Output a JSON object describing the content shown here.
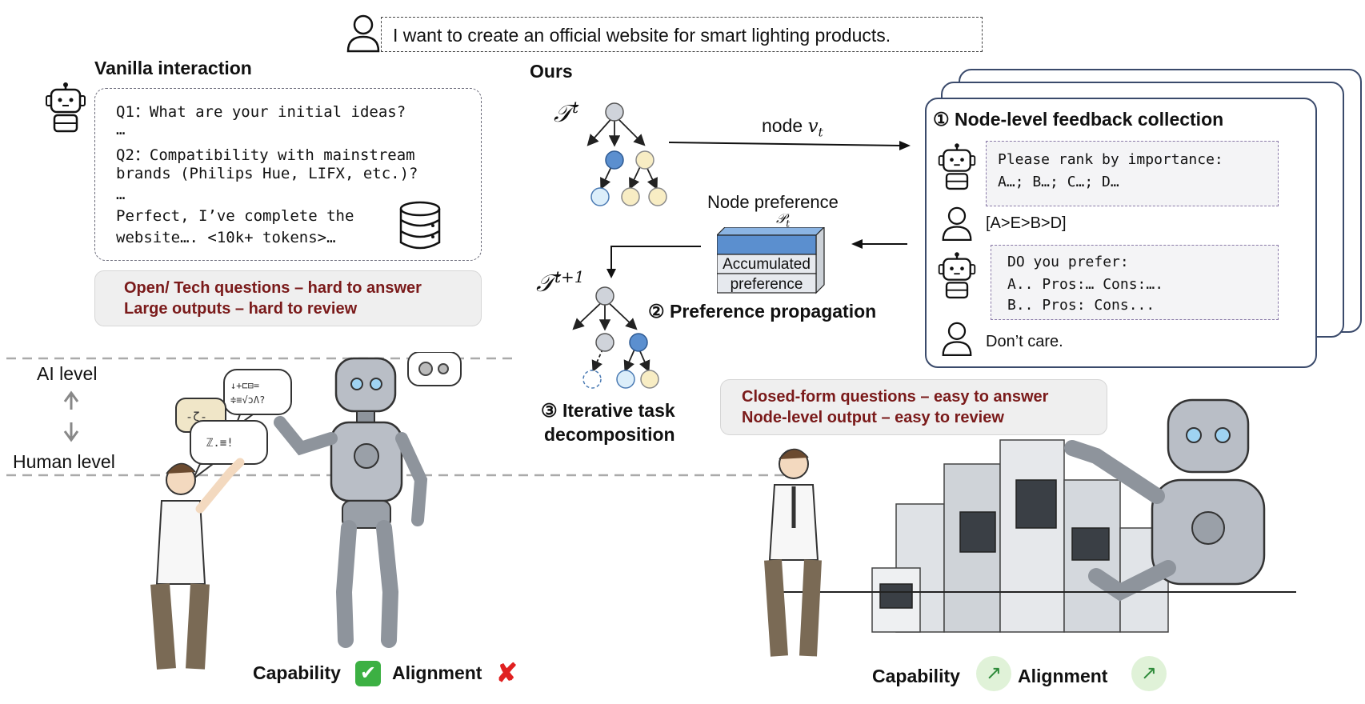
{
  "prompt": {
    "text": "I want to create an official website for smart lighting products."
  },
  "vanilla": {
    "title": "Vanilla interaction",
    "lines": [
      "Q1：What are your initial ideas?",
      "…",
      "Q2：Compatibility with mainstream",
      "brands (Philips Hue, LIFX, etc.)?",
      "…",
      "Perfect, I’ve complete the",
      "website…. <10k+ tokens>…"
    ],
    "warn_1": "Open/ Tech questions – hard to answer",
    "warn_2": "Large outputs – hard to review"
  },
  "ours": {
    "title": "Ours",
    "tree_t": "𝒯",
    "tree_t_sup": "t",
    "tree_t1": "𝒯",
    "tree_t1_sup": "t+1",
    "node_label": "node ",
    "node_var": "v",
    "node_sub": "t",
    "node_pref": "Node preference",
    "pref_symbol": "𝒫",
    "pref_sub": "t",
    "accum_1": "Accumulated",
    "accum_2": "preference",
    "step2": "② Preference propagation",
    "step3_1": "③ Iterative task",
    "step3_2": "decomposition"
  },
  "feedback": {
    "title": "① Node-level feedback collection",
    "q1_line1": "Please rank by importance:",
    "q1_line2": "A…; B…; C…; D…",
    "a1": "[A>E>B>D]",
    "q2_line1": "DO you prefer:",
    "q2_line2": "A.. Pros:… Cons:….",
    "q2_line3": "B.. Pros: Cons...",
    "a2": "Don’t care."
  },
  "closed": {
    "line1": "Closed-form questions – easy to answer",
    "line2": "Node-level output – easy to review"
  },
  "levels": {
    "ai": "AI level",
    "human": "Human level"
  },
  "bottom_left": {
    "capability": "Capability",
    "alignment": "Alignment"
  },
  "bottom_right": {
    "capability": "Capability",
    "alignment": "Alignment"
  },
  "colors": {
    "warn_text": "#7a1a1a",
    "node_blue": "#5b8fcf",
    "node_cream": "#f8edc4",
    "node_light": "#dceefa",
    "card_border": "#3a4a6b"
  }
}
